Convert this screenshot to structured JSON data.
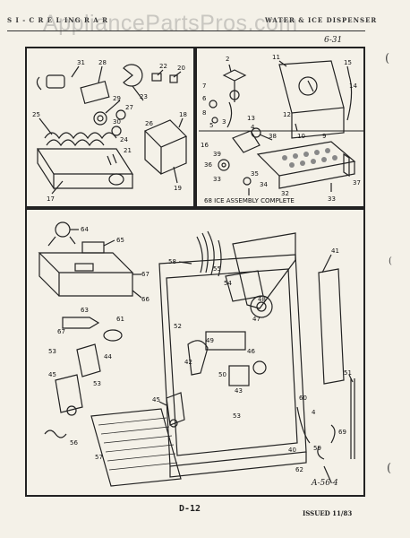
{
  "header": {
    "left": "S I - C  R   E L ING R  A  R",
    "right": "WATER & ICE DISPENSER",
    "handwritten_ref": "6-31"
  },
  "watermark": "AppliancePartsPros.com",
  "top_left_panel": {
    "callouts": [
      "31",
      "28",
      "22",
      "20",
      "29",
      "27",
      "23",
      "30",
      "26",
      "25",
      "24",
      "21",
      "18",
      "17",
      "19"
    ]
  },
  "top_right_panel": {
    "callouts": [
      "2",
      "11",
      "15",
      "6",
      "14",
      "7",
      "8",
      "3",
      "12",
      "5",
      "13",
      "4",
      "38",
      "10",
      "9",
      "16",
      "39",
      "37",
      "36",
      "35",
      "34",
      "33",
      "32",
      "33"
    ],
    "caption": "68 ICE ASSEMBLY COMPLETE"
  },
  "bottom_panel": {
    "callouts": [
      "64",
      "65",
      "41",
      "58",
      "67",
      "66",
      "55",
      "54",
      "48",
      "47",
      "51",
      "63",
      "52",
      "61",
      "67",
      "49",
      "53",
      "44",
      "46",
      "42",
      "50",
      "45",
      "43",
      "53",
      "60",
      "45",
      "4",
      "69",
      "56",
      "57",
      "53",
      "59",
      "40",
      "62"
    ],
    "handwritten_ref": "A-56-4"
  },
  "footer": {
    "page": "D-12",
    "issued": "ISSUED 11/83"
  },
  "margin_marks": [
    "(",
    "(",
    "("
  ]
}
